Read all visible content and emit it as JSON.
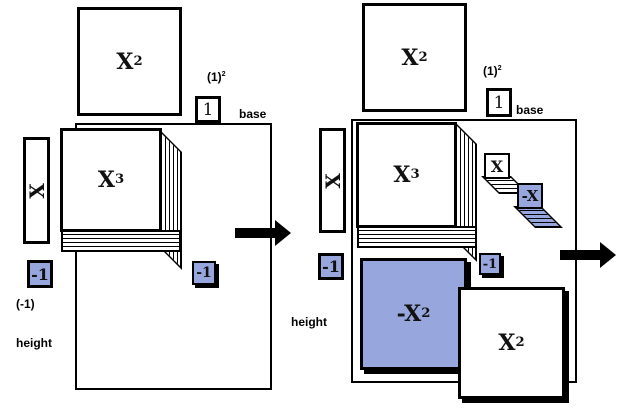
{
  "left_panel": {
    "x2_tile": {
      "base": "X",
      "exp": "2"
    },
    "one_squared_label": {
      "base": "(1)",
      "exp": "2"
    },
    "one_tile": "1",
    "base_label": "base",
    "x_tile": "X",
    "x3_cube": {
      "base": "X",
      "exp": "3"
    },
    "neg1_tile": "-1",
    "neg1_label": "(-1)",
    "height_label": "height",
    "neg1_cube": "-1"
  },
  "right_panel": {
    "x2_tile": {
      "base": "X",
      "exp": "2"
    },
    "one_squared_label": {
      "base": "(1)",
      "exp": "2"
    },
    "one_tile": "1",
    "base_label": "base",
    "x_tile": "X",
    "x3_cube": {
      "base": "X",
      "exp": "3"
    },
    "x_cube": "X",
    "neg_x_cube": "-X",
    "neg1_tile": "-1",
    "neg1_cube": "-1",
    "height_label": "height",
    "neg_x2_tile": {
      "base": "-X",
      "exp": "2"
    },
    "x2_bottom_tile": {
      "base": "X",
      "exp": "2"
    }
  },
  "colors": {
    "negative_tile": "#97a6dd",
    "outline": "#000000"
  }
}
